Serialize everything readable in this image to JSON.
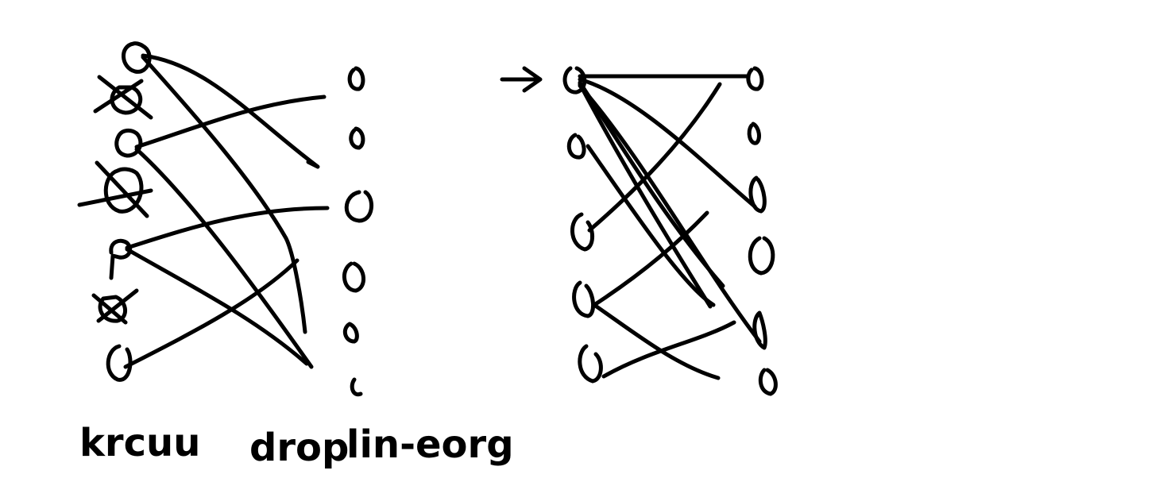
{
  "diagram": {
    "ink_color": "#000000",
    "background": "#ffffff",
    "caption": {
      "words": [
        "krcuu",
        "drop",
        "lin-eorg"
      ]
    },
    "left_graph": {
      "description_in_original": "bipartite sketch with crossed-out nodes",
      "left_nodes": 7,
      "right_nodes": 6,
      "crossed_out_left_nodes": 3
    },
    "right_graph": {
      "left_nodes": 5,
      "right_nodes": 6,
      "entry_arrow": "right-arrow"
    }
  }
}
